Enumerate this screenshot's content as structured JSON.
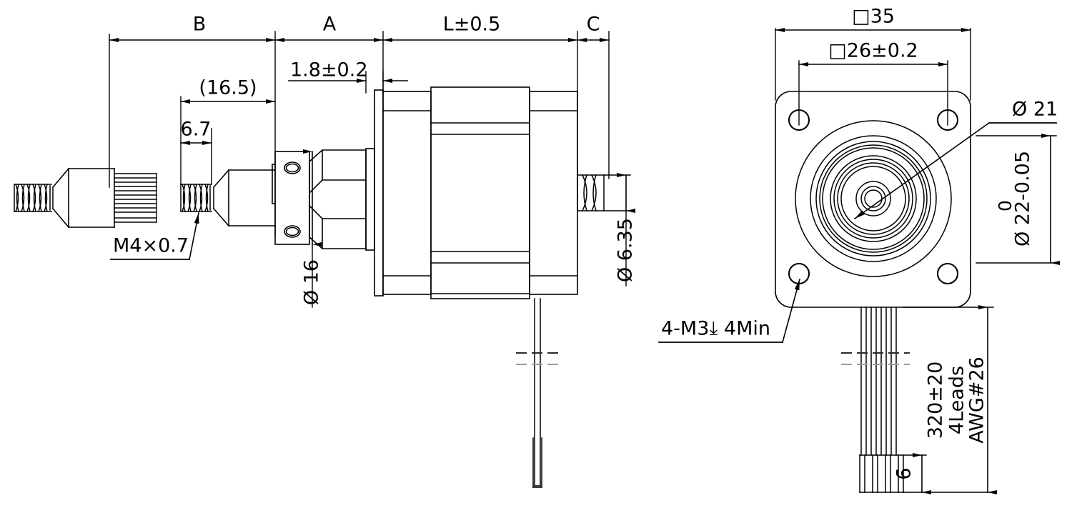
{
  "drawing": {
    "title": "Stepper motor dimensional drawing",
    "views": {
      "side": "side-elevation-view",
      "end": "end-face-view"
    }
  },
  "side_view": {
    "dimensions": {
      "b": "B",
      "a": "A",
      "l": "L±0.5",
      "c": "C",
      "bracket_16_5": "(16.5)",
      "thread_len_6_7": "6.7",
      "flange_thk": "1.8±0.2",
      "shaft_dia_16": "Ø 16",
      "rear_shaft_dia": "Ø 6.35"
    },
    "callouts": {
      "thread_spec": "M4×0.7"
    }
  },
  "end_view": {
    "dimensions": {
      "body_square": "□35",
      "hole_pattern": "□26±0.2",
      "pilot_dia": "Ø 21",
      "boss_dia": "Ø 22-0.05",
      "boss_tol_upper": "0",
      "lead_strip": "6"
    },
    "callouts": {
      "mounting_holes": "4-M3⤓ 4Min",
      "leads_line1": "320±20",
      "leads_line2": "4Leads",
      "leads_line3": "AWG#26"
    }
  },
  "colors": {
    "line": "#000000",
    "paper": "#ffffff",
    "break_line": "#8c8c8c"
  }
}
